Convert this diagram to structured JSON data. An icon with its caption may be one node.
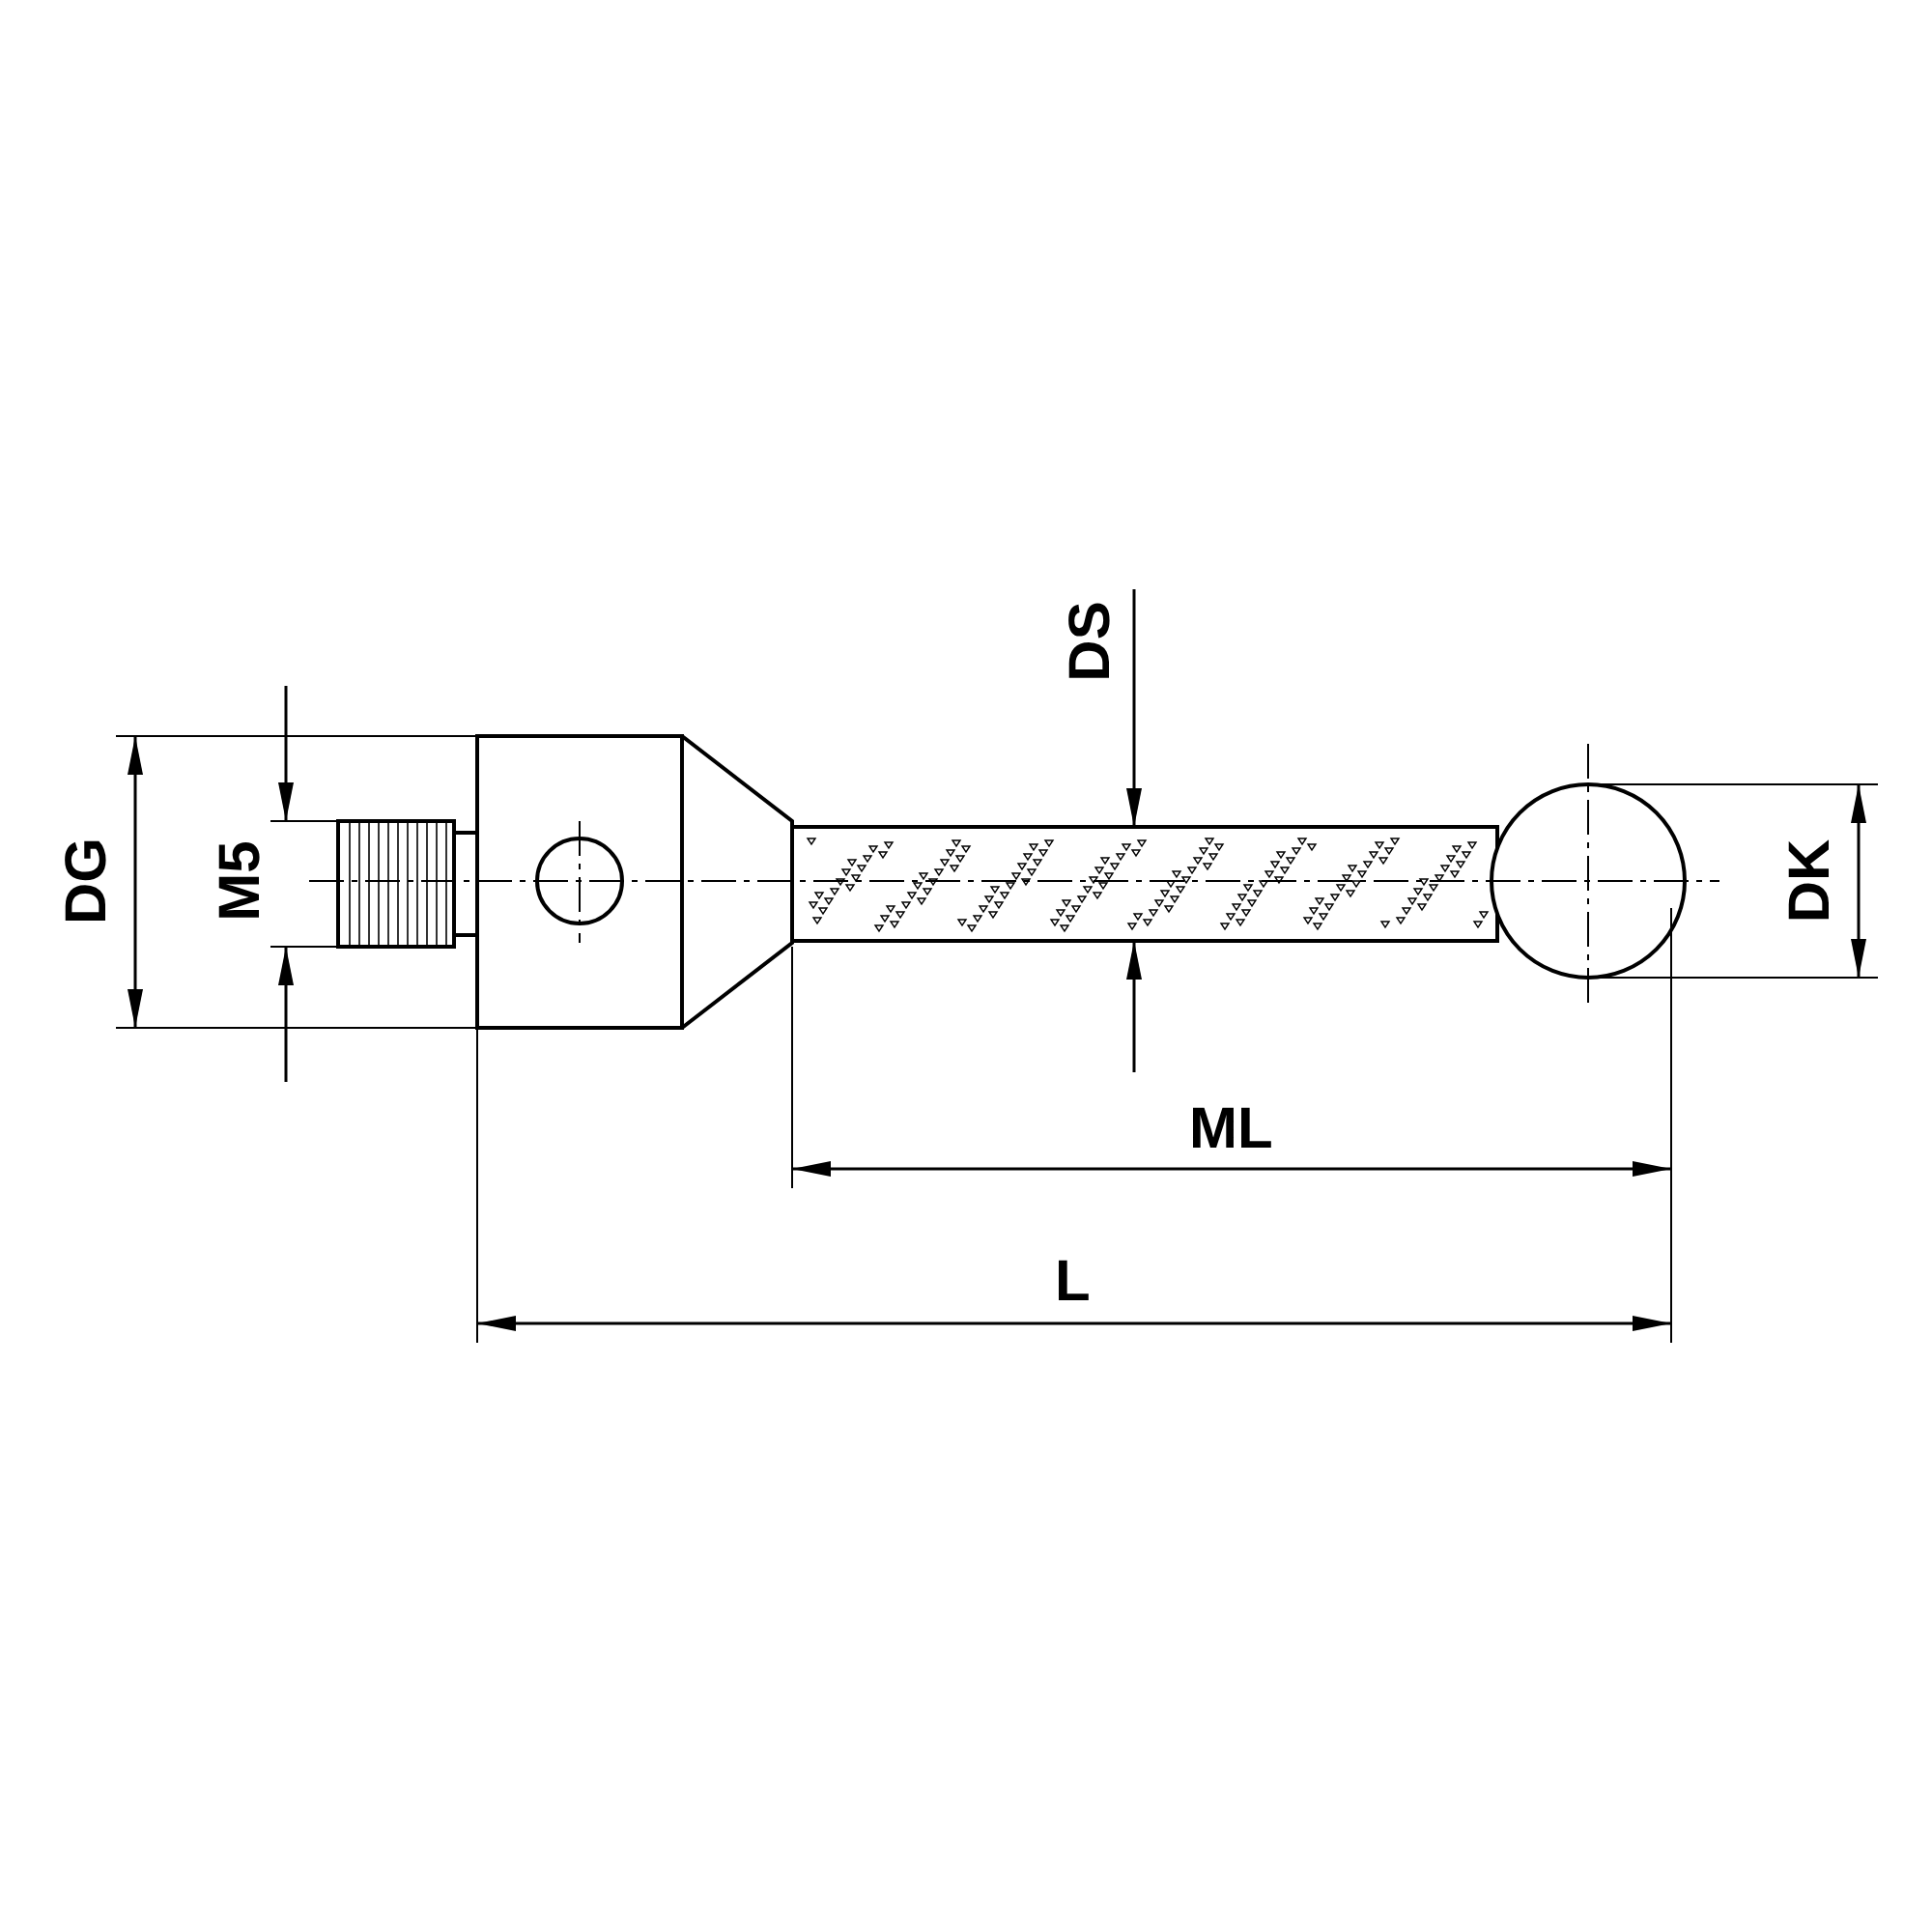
{
  "diagram": {
    "labels": [
      "DS",
      "DG",
      "M5",
      "DK",
      "ML",
      "L"
    ]
  }
}
